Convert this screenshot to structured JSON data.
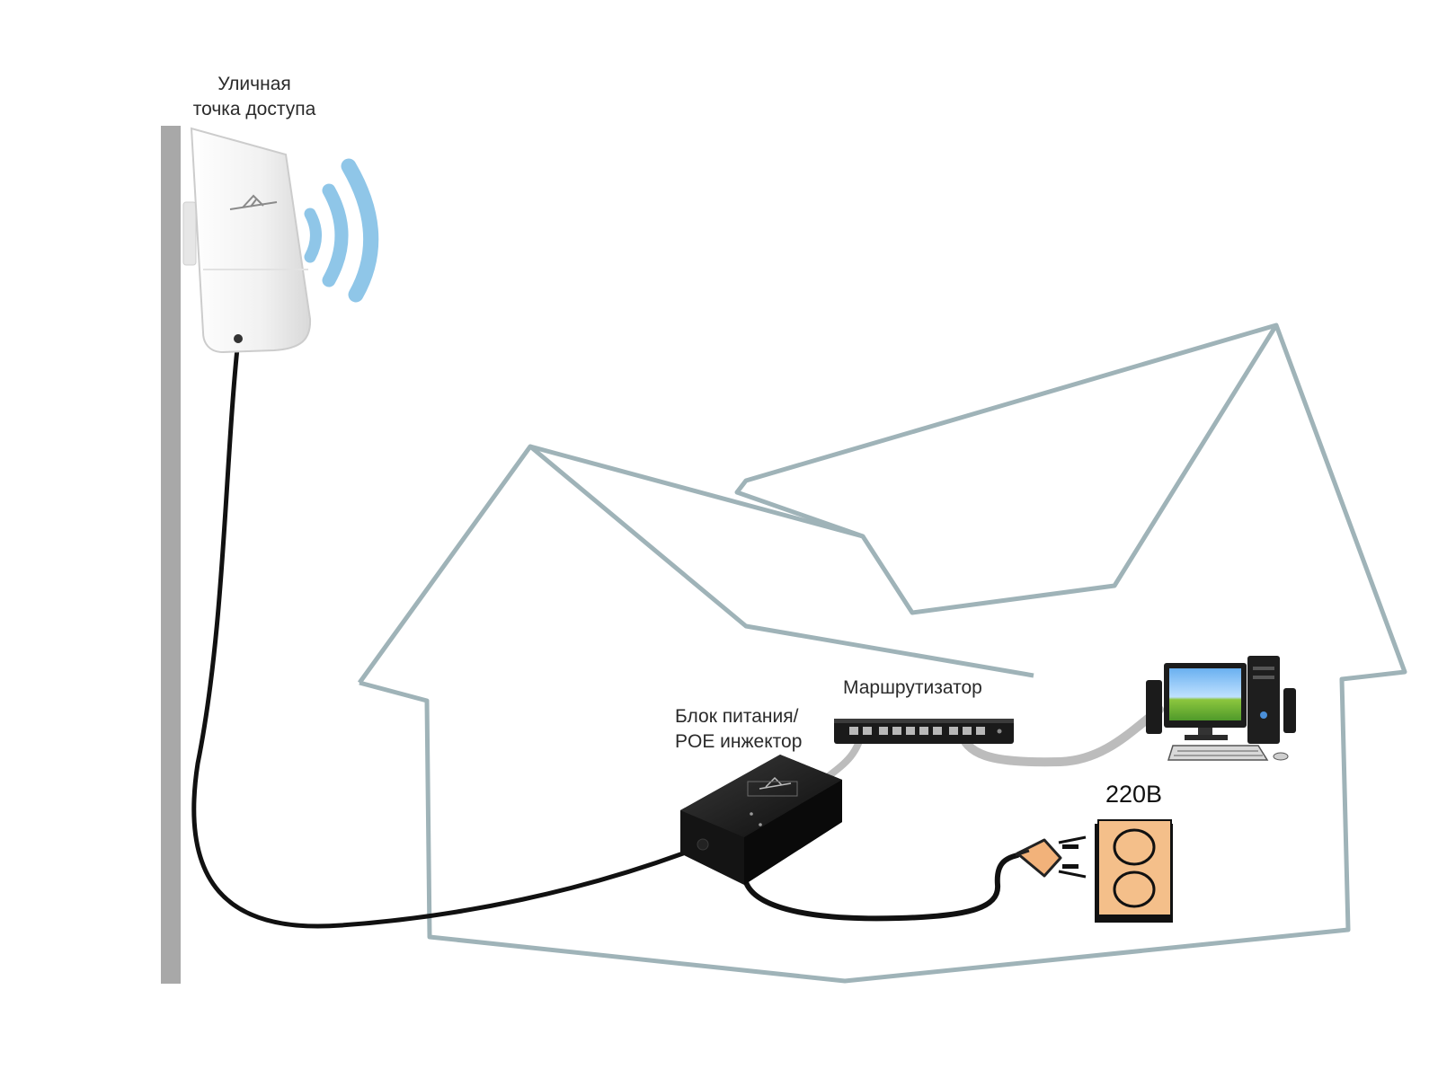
{
  "labels": {
    "access_point_line1": "Уличная",
    "access_point_line2": "точка доступа",
    "router": "Маршрутизатор",
    "injector_line1": "Блок питания/",
    "injector_line2": "POE инжектор",
    "voltage": "220В"
  },
  "colors": {
    "house_outline": "#9fb3b8",
    "pole": "#a8a8a8",
    "cable_black": "#111111",
    "cable_gray": "#bcbcbc",
    "wifi_wave": "#8fc6e8",
    "socket_fill": "#f4bf8a",
    "plug_fill": "#f2b27a",
    "device_white": "#f3f3f3",
    "device_black": "#141414"
  },
  "icons": {
    "access_point": "outdoor-access-point-icon",
    "wifi": "wifi-signal-icon",
    "router": "router-icon",
    "injector": "poe-injector-icon",
    "computer": "desktop-computer-icon",
    "socket": "power-socket-icon",
    "plug": "power-plug-icon"
  }
}
